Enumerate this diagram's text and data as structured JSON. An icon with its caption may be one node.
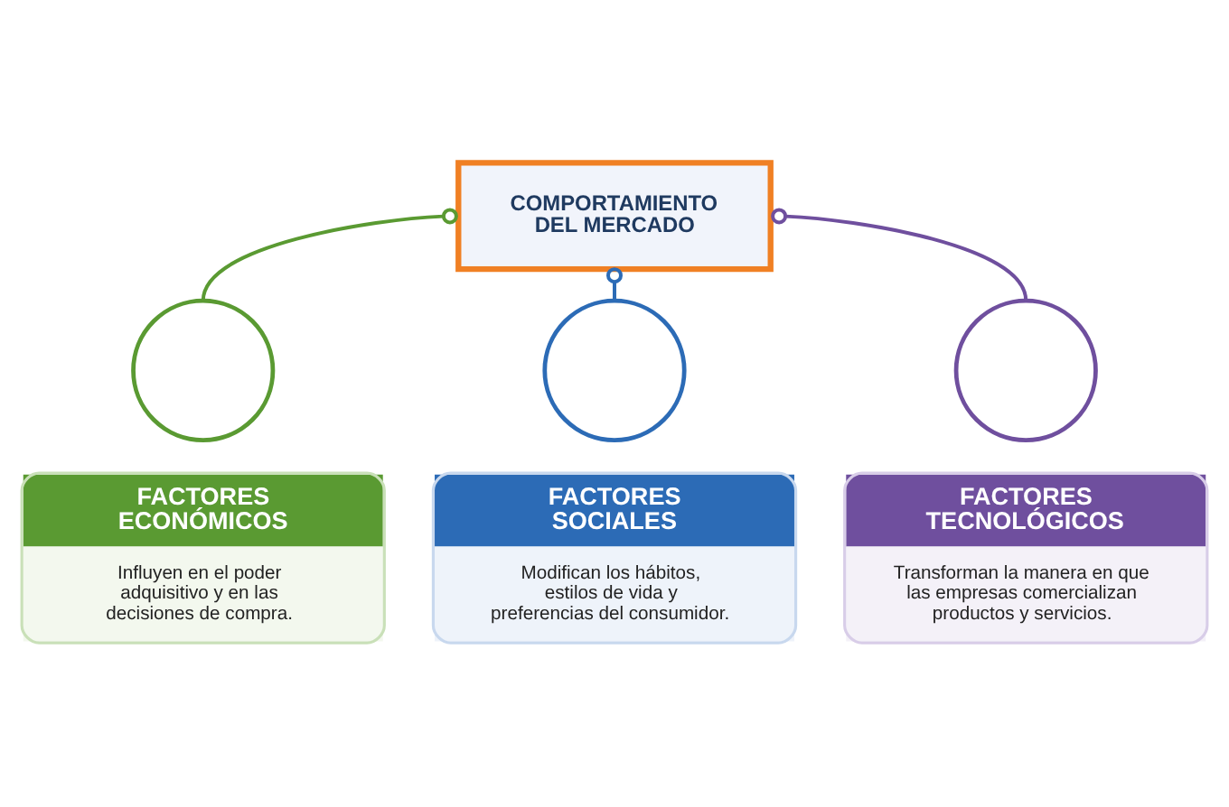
{
  "diagram": {
    "nodes": [
      {
        "text": [
          "COMPORTAMIENTO DEL MERCADO"
        ]
      },
      {
        "text": [],
        "shape": "circle"
      },
      {
        "text": [
          "FACTORES ECONÓMICOS",
          "Influyen en el poder adquisitivo y en las decisiones de compra."
        ]
      },
      {
        "text": [],
        "shape": "circle"
      },
      {
        "text": [
          "FACTORES SOCIALES",
          "Modifican los hábitos, estilos de vida y preferencias del consumidor."
        ]
      },
      {
        "text": [],
        "shape": "circle"
      },
      {
        "text": [
          "FACTORES TECNOLÓGICOS",
          "Transforman la manera en que las empresas comercializan productos y servicios."
        ]
      }
    ],
    "edges": [
      {
        "from": 0,
        "to": 1,
        "arrow": "other",
        "color": "#5a9a32"
      },
      {
        "from": 0,
        "to": 3,
        "arrow": "other",
        "color": "#2c6bb6"
      },
      {
        "from": 0,
        "to": 5,
        "arrow": "other",
        "color": "#6f4f9e"
      }
    ]
  }
}
